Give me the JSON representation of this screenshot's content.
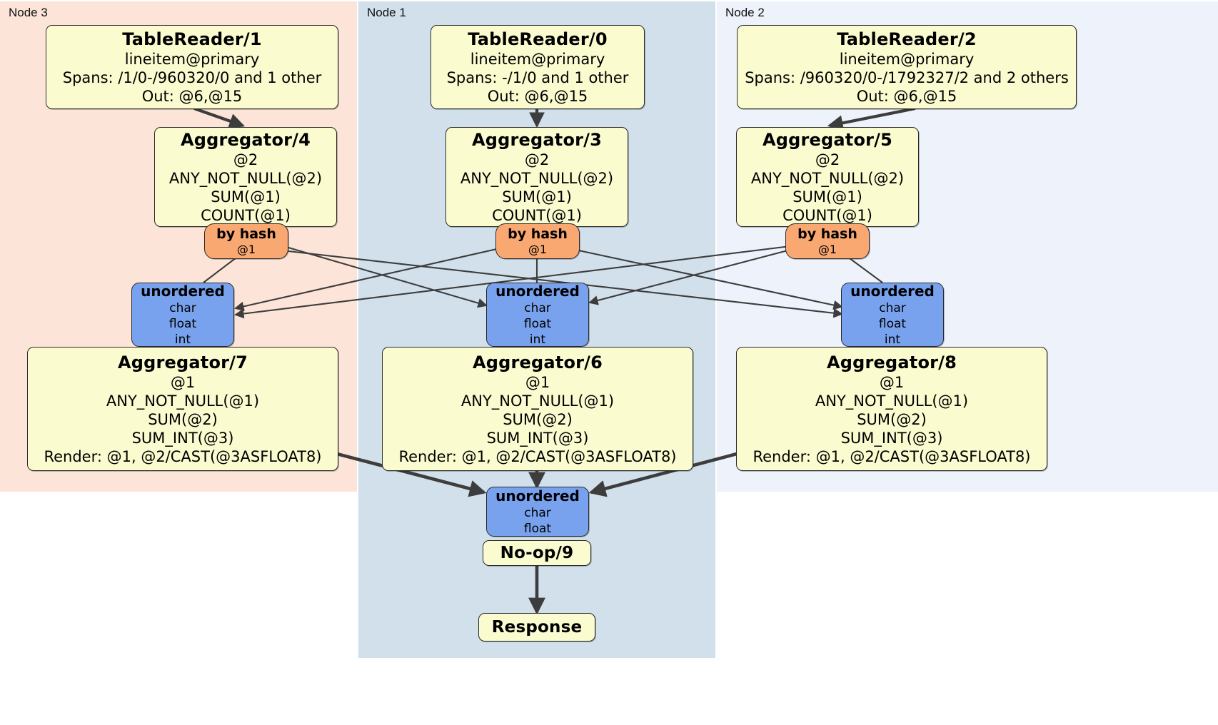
{
  "diagram": {
    "type": "distributed-query-plan",
    "colors": {
      "node3_panel": "#fce5d8",
      "node1_panel": "#d2e0ec",
      "node2_panel": "#edf2fb",
      "processor_fill": "#fbfbd0",
      "router_fill": "#f9a871",
      "sync_fill": "#78a2ee",
      "edge": "#3d3d3d",
      "border": "#2a2a2a"
    }
  },
  "panels": [
    {
      "id": "node3",
      "label": "Node 3"
    },
    {
      "id": "node1",
      "label": "Node 1"
    },
    {
      "id": "node2",
      "label": "Node 2"
    }
  ],
  "processors": {
    "tablereader1": {
      "title": "TableReader/1",
      "lines": [
        "lineitem@primary",
        "Spans: /1/0-/960320/0 and 1 other",
        "Out: @6,@15"
      ]
    },
    "tablereader0": {
      "title": "TableReader/0",
      "lines": [
        "lineitem@primary",
        "Spans: -/1/0 and 1 other",
        "Out: @6,@15"
      ]
    },
    "tablereader2": {
      "title": "TableReader/2",
      "lines": [
        "lineitem@primary",
        "Spans: /960320/0-/1792327/2 and 2 others",
        "Out: @6,@15"
      ]
    },
    "aggregator4": {
      "title": "Aggregator/4",
      "lines": [
        "@2",
        "ANY_NOT_NULL(@2)",
        "SUM(@1)",
        "COUNT(@1)"
      ]
    },
    "aggregator3": {
      "title": "Aggregator/3",
      "lines": [
        "@2",
        "ANY_NOT_NULL(@2)",
        "SUM(@1)",
        "COUNT(@1)"
      ]
    },
    "aggregator5": {
      "title": "Aggregator/5",
      "lines": [
        "@2",
        "ANY_NOT_NULL(@2)",
        "SUM(@1)",
        "COUNT(@1)"
      ]
    },
    "aggregator7": {
      "title": "Aggregator/7",
      "lines": [
        "@1",
        "ANY_NOT_NULL(@1)",
        "SUM(@2)",
        "SUM_INT(@3)",
        "Render: @1, @2/CAST(@3ASFLOAT8)"
      ]
    },
    "aggregator6": {
      "title": "Aggregator/6",
      "lines": [
        "@1",
        "ANY_NOT_NULL(@1)",
        "SUM(@2)",
        "SUM_INT(@3)",
        "Render: @1, @2/CAST(@3ASFLOAT8)"
      ]
    },
    "aggregator8": {
      "title": "Aggregator/8",
      "lines": [
        "@1",
        "ANY_NOT_NULL(@1)",
        "SUM(@2)",
        "SUM_INT(@3)",
        "Render: @1, @2/CAST(@3ASFLOAT8)"
      ]
    },
    "noop9": {
      "title": "No-op/9",
      "lines": []
    },
    "response": {
      "title": "Response",
      "lines": []
    }
  },
  "routers": {
    "byhash_left": {
      "title": "by hash",
      "lines": [
        "@1"
      ]
    },
    "byhash_center": {
      "title": "by hash",
      "lines": [
        "@1"
      ]
    },
    "byhash_right": {
      "title": "by hash",
      "lines": [
        "@1"
      ]
    }
  },
  "syncs": {
    "unordered_left": {
      "title": "unordered",
      "lines": [
        "char",
        "float",
        "int"
      ]
    },
    "unordered_center": {
      "title": "unordered",
      "lines": [
        "char",
        "float",
        "int"
      ]
    },
    "unordered_right": {
      "title": "unordered",
      "lines": [
        "char",
        "float",
        "int"
      ]
    },
    "unordered_final": {
      "title": "unordered",
      "lines": [
        "char",
        "float"
      ]
    }
  }
}
